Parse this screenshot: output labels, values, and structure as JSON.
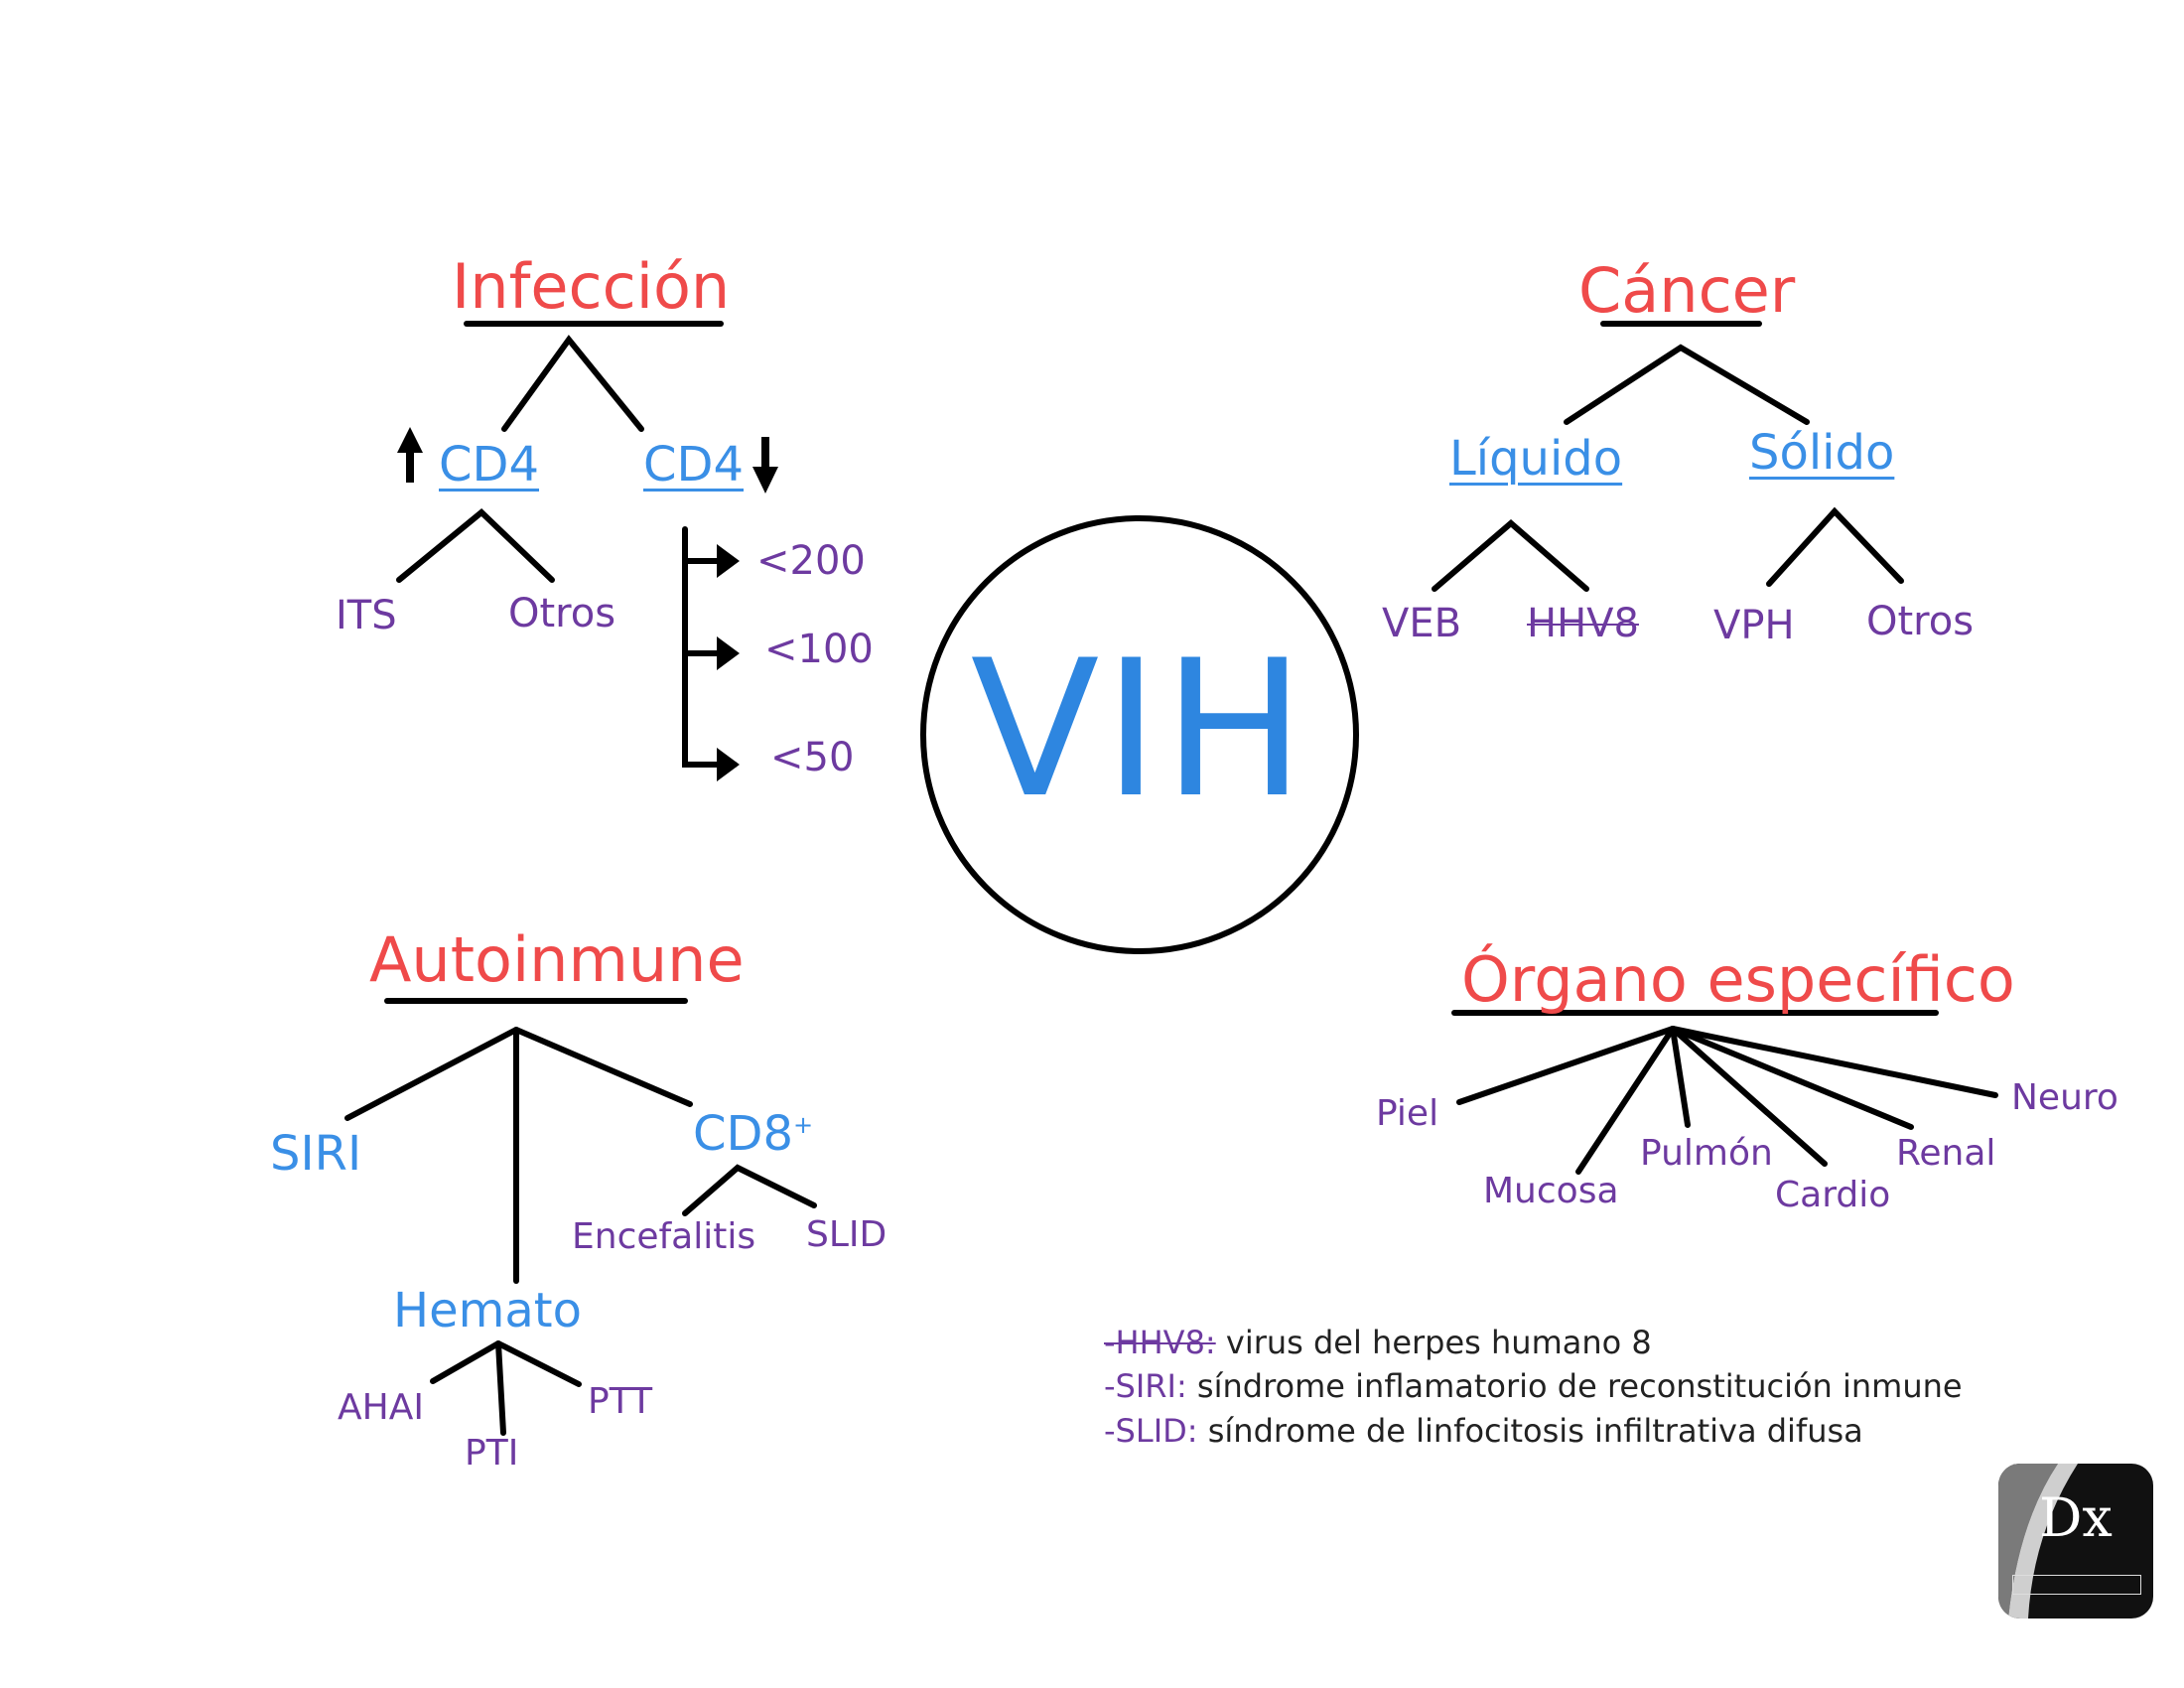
{
  "center": {
    "label": "VIH"
  },
  "infeccion": {
    "title": "Infección",
    "cd4_high": "CD4",
    "cd4_low": "CD4",
    "high_children": [
      "ITS",
      "Otros"
    ],
    "thresholds": [
      "<200",
      "<100",
      "<50"
    ]
  },
  "cancer": {
    "title": "Cáncer",
    "liquido": "Líquido",
    "solido": "Sólido",
    "liquido_children": [
      "VEB",
      "HHV8"
    ],
    "solido_children": [
      "VPH",
      "Otros"
    ]
  },
  "autoinmune": {
    "title": "Autoinmune",
    "siri": "SIRI",
    "cd8": "CD8",
    "cd8_sup": "+",
    "cd8_children": [
      "Encefalitis",
      "SLID"
    ],
    "hemato": "Hemato",
    "hemato_children": [
      "AHAI",
      "PTI",
      "PTT"
    ]
  },
  "organo": {
    "title": "Órgano específico",
    "children": [
      "Piel",
      "Mucosa",
      "Pulmón",
      "Cardio",
      "Renal",
      "Neuro"
    ]
  },
  "legend": [
    {
      "key": "-HHV8:",
      "text": " virus del herpes humano 8"
    },
    {
      "key": "-SIRI:",
      "text": " síndrome inflamatorio de reconstitución inmune"
    },
    {
      "key": "-SLID:",
      "text": " síndrome de linfocitosis infiltrativa difusa"
    }
  ],
  "logo": {
    "text": "Dx"
  },
  "colors": {
    "title": "#ef4a4a",
    "category": "#3a8fe6",
    "leaf": "#6d3aa0",
    "lines": "#000000"
  }
}
